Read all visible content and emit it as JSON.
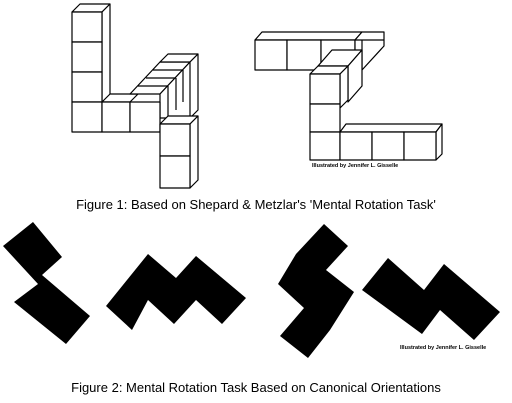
{
  "figure1": {
    "caption": "Figure 1: Based on Shepard & Metzlar's 'Mental Rotation Task'",
    "credit": "Illustrated by Jennifer L. Gisselle"
  },
  "figure2": {
    "caption": "Figure 2: Mental Rotation Task Based on Canonical Orientations",
    "credit": "Illustrated by Jennifer L. Gisselle"
  },
  "colors": {
    "ink": "#000000",
    "paper": "#ffffff"
  }
}
